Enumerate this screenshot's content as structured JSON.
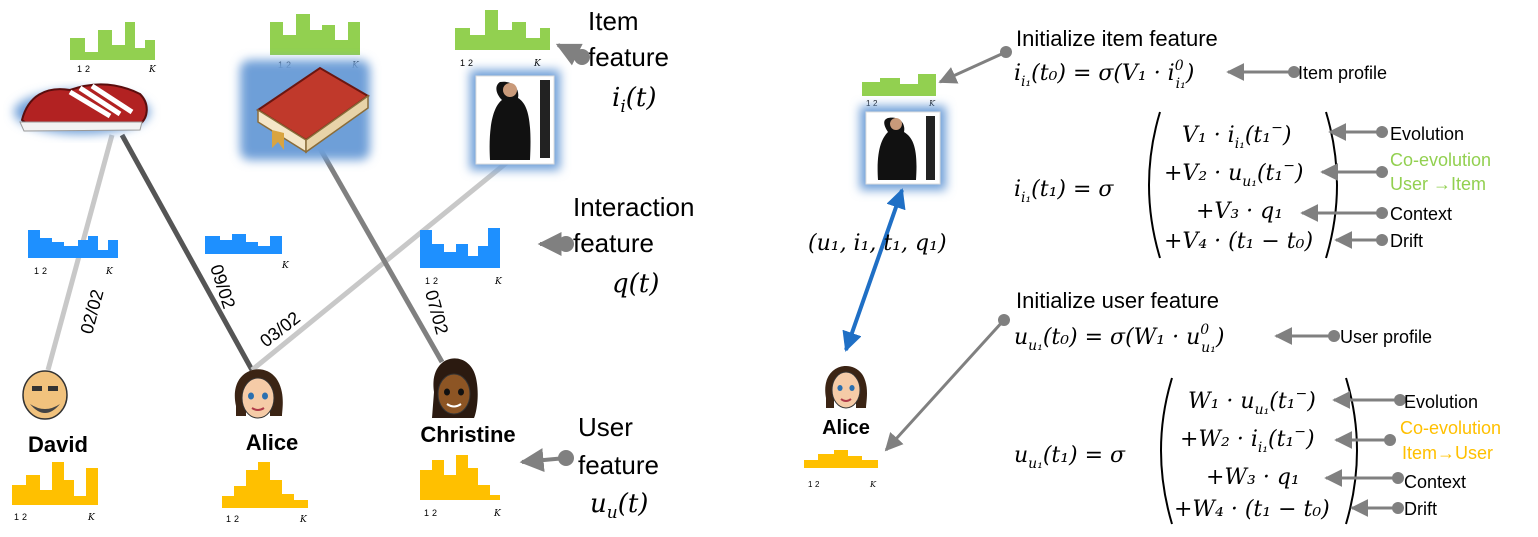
{
  "colors": {
    "item": "#92D050",
    "interaction": "#1E90FF",
    "user": "#FFC000",
    "edge_dark": "#555555",
    "edge_light": "#C8C8C8",
    "arrow": "#808080",
    "blue_arrow": "#1F6FC5",
    "glow": "#6E9FD8"
  },
  "icons": {
    "shoe": "shoe-icon",
    "book": "book-icon",
    "album": "album-cover-icon",
    "david": "david-avatar-icon",
    "alice": "alice-avatar-icon",
    "christine": "christine-avatar-icon"
  },
  "histogram_axis": {
    "tick_one": "1",
    "tick_two": "2",
    "tick_k": "K"
  },
  "left": {
    "item_feature": {
      "line1": "Item",
      "line2": "feature",
      "symbol": "i",
      "subscript": "i",
      "arg": "(t)"
    },
    "interaction_feature": {
      "line1": "Interaction",
      "line2": "feature",
      "symbol": "q(t)"
    },
    "user_feature": {
      "line1": "User",
      "line2": "feature",
      "symbol": "u",
      "subscript": "u",
      "arg": "(t)"
    },
    "users": {
      "david": "David",
      "alice": "Alice",
      "christine": "Christine"
    },
    "edge_dates": {
      "david_shoe": "02/02",
      "alice_shoe": "09/02",
      "alice_album": "03/02",
      "christine_book": "07/02"
    }
  },
  "right": {
    "user_name": "Alice",
    "tuple": "(u₁, i₁, t₁, q₁)",
    "item_init": {
      "heading": "Initialize item feature",
      "equation_lhs": "i",
      "equation_lhs_sub": "i₁",
      "equation_lhs_arg": "(t₀) = σ(V₁ · i",
      "equation_sup": "0",
      "equation_sub": "i₁",
      "equation_close": ")",
      "note": "Item profile"
    },
    "item_update": {
      "lhs": "i",
      "lhs_sub": "i₁",
      "lhs_arg": "(t₁) = σ",
      "rows": [
        {
          "a": "V₁ · i",
          "sub": "i₁",
          "b": "(t₁",
          "sup": "−",
          "c": ")"
        },
        {
          "a": "+V₂ · u",
          "sub": "u₁",
          "b": "(t₁",
          "sup": "−",
          "c": ")"
        },
        {
          "a": "+V₃ · q₁",
          "sub": "",
          "b": "",
          "sup": "",
          "c": ""
        },
        {
          "a": "+V₄ · (t₁ − t₀)",
          "sub": "",
          "b": "",
          "sup": "",
          "c": ""
        }
      ],
      "notes": {
        "evolution": "Evolution",
        "coevo1": "Co-evolution",
        "coevo2": "User →Item",
        "context": "Context",
        "drift": "Drift"
      }
    },
    "user_init": {
      "heading": "Initialize user feature",
      "equation_lhs": "u",
      "equation_lhs_sub": "u₁",
      "equation_lhs_arg": "(t₀) = σ(W₁ · u",
      "equation_sup": "0",
      "equation_sub": "u₁",
      "equation_close": ")",
      "note": "User profile"
    },
    "user_update": {
      "lhs": "u",
      "lhs_sub": "u₁",
      "lhs_arg": "(t₁) = σ",
      "rows": [
        {
          "a": "W₁ · u",
          "sub": "u₁",
          "b": "(t₁",
          "sup": "−",
          "c": ")"
        },
        {
          "a": "+W₂ · i",
          "sub": "i₁",
          "b": "(t₁",
          "sup": "−",
          "c": ")"
        },
        {
          "a": "+W₃ · q₁",
          "sub": "",
          "b": "",
          "sup": "",
          "c": ""
        },
        {
          "a": "+W₄ · (t₁ − t₀)",
          "sub": "",
          "b": "",
          "sup": "",
          "c": ""
        }
      ],
      "notes": {
        "evolution": "Evolution",
        "coevo1": "Co-evolution",
        "coevo2": "Item→User",
        "context": "Context",
        "drift": "Drift"
      }
    }
  }
}
